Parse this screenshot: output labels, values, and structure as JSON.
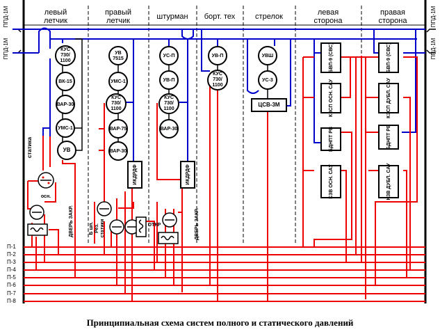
{
  "columns": [
    "левый\nлетчик",
    "правый\nлетчик",
    "штурман",
    "борт. тех",
    "стрелок",
    "левая\nсторона",
    "правая\nсторона"
  ],
  "side_labels": {
    "left_top": "ППД-1М",
    "left_bottom": "ППД-1М",
    "right_top": "ППД-1М",
    "right_bottom": "ППД-1М"
  },
  "instruments": {
    "lp_kus": [
      "КУС",
      "730/",
      "1100"
    ],
    "lp_vk15": "ВК-15",
    "lp_var30": "ВАР-30",
    "lp_ums1": "УМС-1",
    "lp_uv": "УВ",
    "rp_uv": [
      "УВ",
      "7515"
    ],
    "rp_ums1": "УМС-1",
    "rp_kus": [
      "КУС",
      "730/",
      "1100"
    ],
    "rp_var75": "ВАР-75",
    "rp_var30": "ВАР-30",
    "rp_ikdrdf": "ИКДРДФ",
    "sh_usp": "УС-П",
    "sh_uvp": "УВ-П",
    "sh_kus": [
      "КУС",
      "730/",
      "1100"
    ],
    "sh_var30": "ВАР-30",
    "sh_ikdrdf": "ИКДРДФ",
    "bt_uvp": "УВ-П",
    "bt_kus": [
      "КУС",
      "730/",
      "1100"
    ],
    "st_uvsh": "УВШ",
    "st_us3": "УС-3",
    "st_csv": "ЦСВ-3М",
    "ls_bvp": "БВП-9 (СВС)",
    "ls_kzsp": "КЗСП ОСН. САУ",
    "ls_bdnpt": "БДНПТ РВ",
    "ls_kzv": "КЗВ ОСН. САУ",
    "rs_bvp": "БВП-9 (СВС)",
    "rs_kzsp": "КЗСП ДУБЛ. САУ",
    "rs_bdnpt": "БДНПТ РВ",
    "rs_kzv": "КЗВ ДУБЛ. САУ"
  },
  "labels": {
    "statika": "статика",
    "osn": "осн.",
    "dver_zakr_1": "ДВЕРЬ ЗАКР.",
    "dver_zakr_2": "ДВЕРЬ ЗАКР.",
    "rez_static": [
      "Б шп.",
      "Рез.",
      "статики"
    ],
    "otkr": "ОТКР"
  },
  "pipes": [
    "П-1",
    "П-2",
    "П-3",
    "П-4",
    "П-5",
    "П-6",
    "П-7",
    "П-8"
  ],
  "caption": "Принципиальная схема систем полного и статического давлений",
  "colors": {
    "full_pressure": "#0000cc",
    "static_pressure": "#ee0000",
    "frame": "#000000"
  }
}
